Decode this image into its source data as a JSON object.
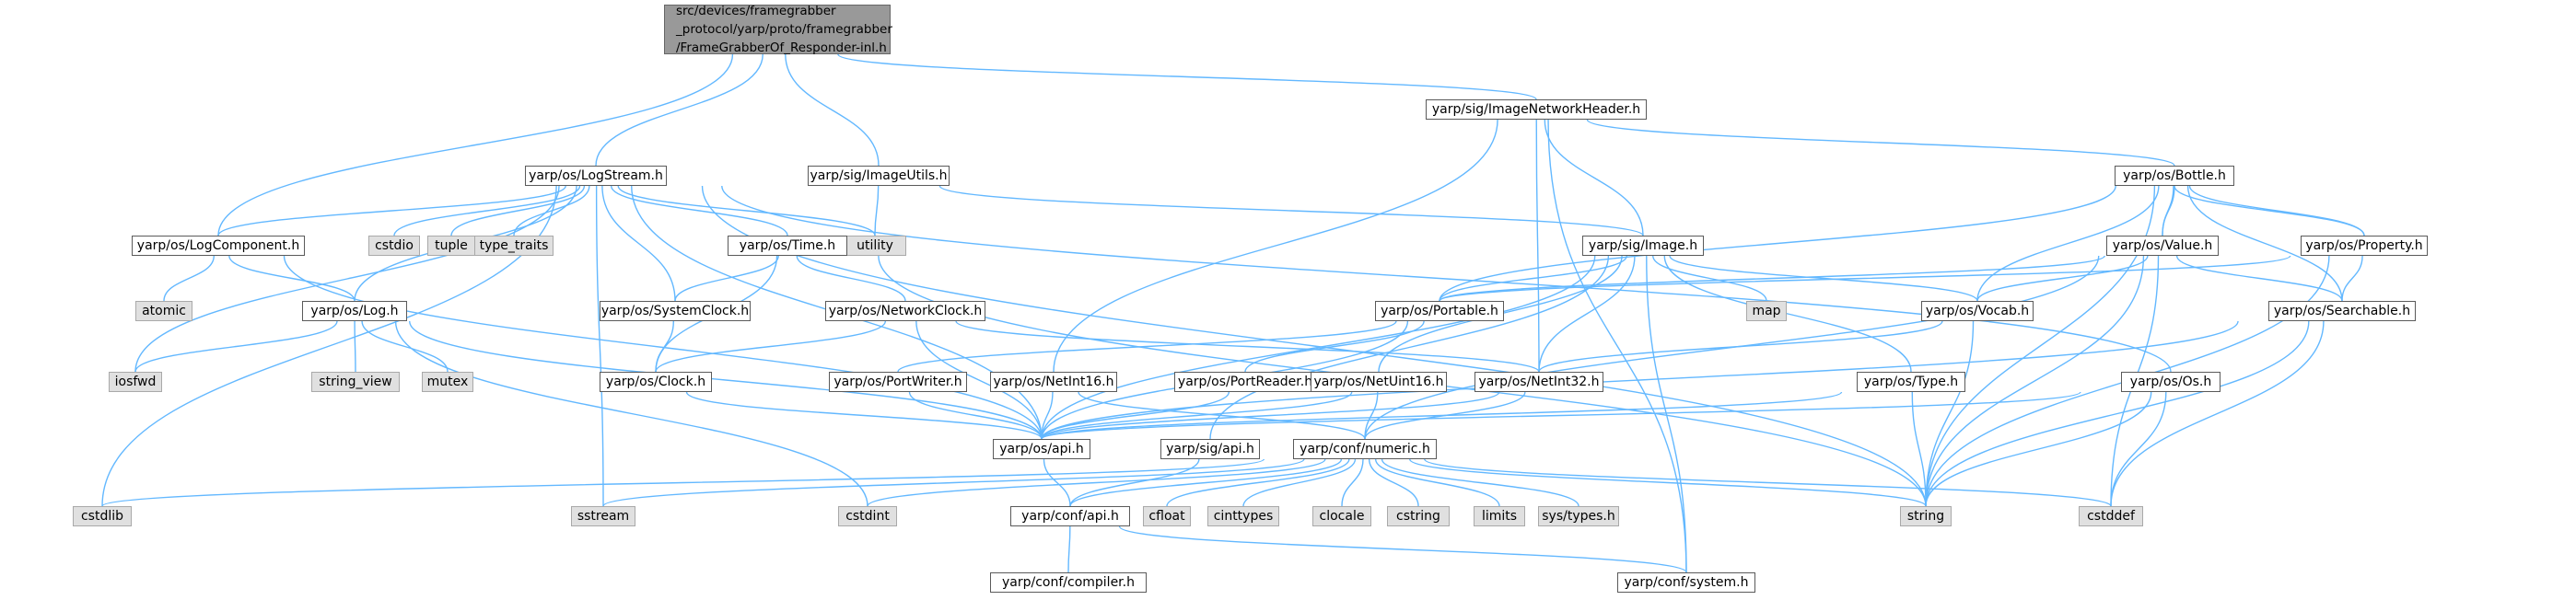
{
  "colors": {
    "edge": "#63b8ff",
    "root_fill": "#999999",
    "system_fill": "#e0e0e0",
    "node_border": "#5a5a5a"
  },
  "nodes": {
    "root": "src/devices/framegrabber\n_protocol/yarp/proto/framegrabber\n/FrameGrabberOf_Responder-inl.h",
    "logstream": "yarp/os/LogStream.h",
    "imageutils": "yarp/sig/ImageUtils.h",
    "imagenetworkheader": "yarp/sig/ImageNetworkHeader.h",
    "bottle": "yarp/os/Bottle.h",
    "logcomponent": "yarp/os/LogComponent.h",
    "cstdio": "cstdio",
    "tuple": "tuple",
    "type_traits": "type_traits",
    "utility": "utility",
    "time": "yarp/os/Time.h",
    "image": "yarp/sig/Image.h",
    "value": "yarp/os/Value.h",
    "property": "yarp/os/Property.h",
    "atomic": "atomic",
    "log": "yarp/os/Log.h",
    "systemclock": "yarp/os/SystemClock.h",
    "networkclock": "yarp/os/NetworkClock.h",
    "portable": "yarp/os/Portable.h",
    "map": "map",
    "vocab": "yarp/os/Vocab.h",
    "searchable": "yarp/os/Searchable.h",
    "iosfwd": "iosfwd",
    "string_view": "string_view",
    "mutex": "mutex",
    "clock": "yarp/os/Clock.h",
    "portwriter": "yarp/os/PortWriter.h",
    "netint16": "yarp/os/NetInt16.h",
    "portreader": "yarp/os/PortReader.h",
    "netuint16": "yarp/os/NetUint16.h",
    "netint32": "yarp/os/NetInt32.h",
    "type": "yarp/os/Type.h",
    "os": "yarp/os/Os.h",
    "api": "yarp/os/api.h",
    "sigapi": "yarp/sig/api.h",
    "numeric": "yarp/conf/numeric.h",
    "cstdlib": "cstdlib",
    "sstream": "sstream",
    "cstdint": "cstdint",
    "confapi": "yarp/conf/api.h",
    "cfloat": "cfloat",
    "cinttypes": "cinttypes",
    "clocale": "clocale",
    "cstring": "cstring",
    "limits": "limits",
    "systypes": "sys/types.h",
    "string": "string",
    "cstddef": "cstddef",
    "compiler": "yarp/conf/compiler.h",
    "system": "yarp/conf/system.h"
  }
}
